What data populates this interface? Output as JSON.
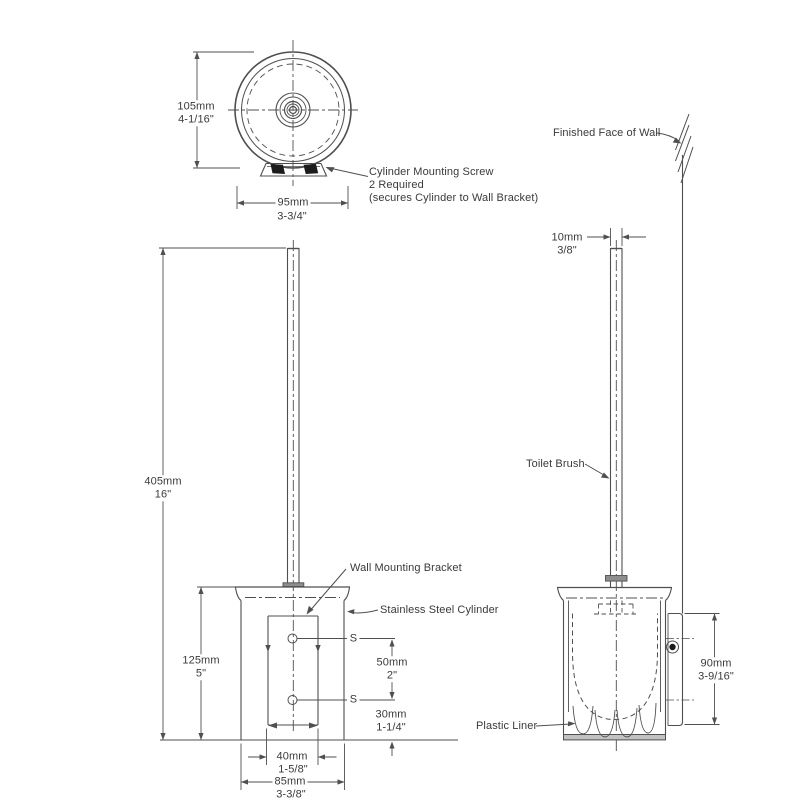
{
  "drawing": {
    "subject": "wall-mounted toilet brush holder technical drawing",
    "views": [
      "top view",
      "front view",
      "side view"
    ]
  },
  "colors": {
    "background": "#ffffff",
    "line": "#4f4f4f",
    "text": "#3a3a3a",
    "metal_fill": "#8e8e8e",
    "screw_fill": "#1c1c1c",
    "base_band_fill": "#c2c2c2"
  },
  "callouts": {
    "finished_face_of_wall": "Finished Face of Wall",
    "cylinder_mounting_screw": {
      "line1": "Cylinder Mounting Screw",
      "line2": "2 Required",
      "line3": "(secures Cylinder to Wall Bracket)"
    },
    "toilet_brush": "Toilet Brush",
    "wall_mounting_bracket": "Wall Mounting Bracket",
    "stainless_steel_cylinder": "Stainless Steel Cylinder",
    "plastic_liner": "Plastic Liner",
    "screw_marker_upper": "S",
    "screw_marker_lower": "S"
  },
  "dimensions": {
    "cylinder_outer_diameter": {
      "mm": "105mm",
      "in": "4-1/16\""
    },
    "cylinder_body_diameter": {
      "mm": "95mm",
      "in": "3-3/4\""
    },
    "brush_handle_diameter": {
      "mm": "10mm",
      "in": "3/8\""
    },
    "overall_height": {
      "mm": "405mm",
      "in": "16\""
    },
    "cylinder_height": {
      "mm": "125mm",
      "in": "5\""
    },
    "mounting_hole_spacing": {
      "mm": "50mm",
      "in": "2\""
    },
    "lower_hole_to_bottom": {
      "mm": "30mm",
      "in": "1-1/4\""
    },
    "bracket_width": {
      "mm": "40mm",
      "in": "1-5/8\""
    },
    "cylinder_width": {
      "mm": "85mm",
      "in": "3-3/8\""
    },
    "bracket_plate_height": {
      "mm": "90mm",
      "in": "3-9/16\""
    }
  }
}
